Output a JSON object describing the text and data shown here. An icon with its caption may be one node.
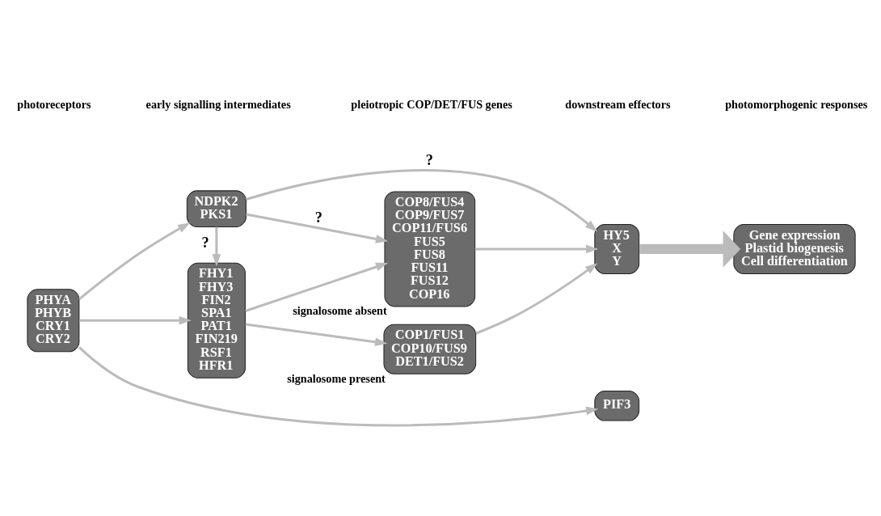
{
  "diagram": {
    "nodes": [
      {
        "text": [
          "PHYA",
          "PHYB",
          "CRY1",
          "CRY2"
        ]
      },
      {
        "text": [
          "FHY1",
          "FHY3",
          "FIN2",
          "SPA1",
          "PAT1",
          "FIN219",
          "RSF1",
          "HFR1"
        ]
      },
      {
        "text": [
          "COP1/FUS1",
          "COP10/FUS9",
          "DET1/FUS2"
        ],
        "beside": [
          "signalosome present"
        ]
      },
      {
        "text": [
          "COP8/FUS4",
          "COP9/FUS7",
          "COP11/FUS6",
          "FUS5",
          "FUS8",
          "FUS11",
          "FUS12",
          "COP16"
        ],
        "beside": [
          "signalosome absent"
        ]
      },
      {
        "text": [
          "NDPK2",
          "PKS1"
        ]
      },
      {
        "text": [
          "PIF3"
        ]
      },
      {
        "text": [
          "HY5",
          "X",
          "Y"
        ]
      },
      {
        "text": [
          "Gene expression",
          "Plastid biogenesis",
          "Cell differentiation"
        ]
      }
    ],
    "edges": [
      {
        "from": 0,
        "to": 5,
        "arrow": "to"
      },
      {
        "from": 0,
        "to": 1,
        "arrow": "to"
      },
      {
        "from": 0,
        "to": 4,
        "arrow": "to"
      },
      {
        "from": 1,
        "to": 2,
        "arrow": "to"
      },
      {
        "from": 1,
        "to": 3,
        "arrow": "to"
      },
      {
        "from": 4,
        "to": 1,
        "arrow": "to",
        "label": "?"
      },
      {
        "from": 4,
        "to": 3,
        "arrow": "to",
        "label": "?"
      },
      {
        "from": 4,
        "to": 6,
        "arrow": "to",
        "label": "?"
      },
      {
        "from": 2,
        "to": 6,
        "arrow": "to"
      },
      {
        "from": 3,
        "to": 6,
        "arrow": "to"
      },
      {
        "from": 6,
        "to": 7,
        "arrow": "to",
        "style": "thick"
      }
    ],
    "labels": [
      "photoreceptors",
      "early signalling intermediates",
      "pleiotropic COP/DET/FUS genes",
      "downstream effectors",
      "photomorphogenic responses"
    ]
  }
}
